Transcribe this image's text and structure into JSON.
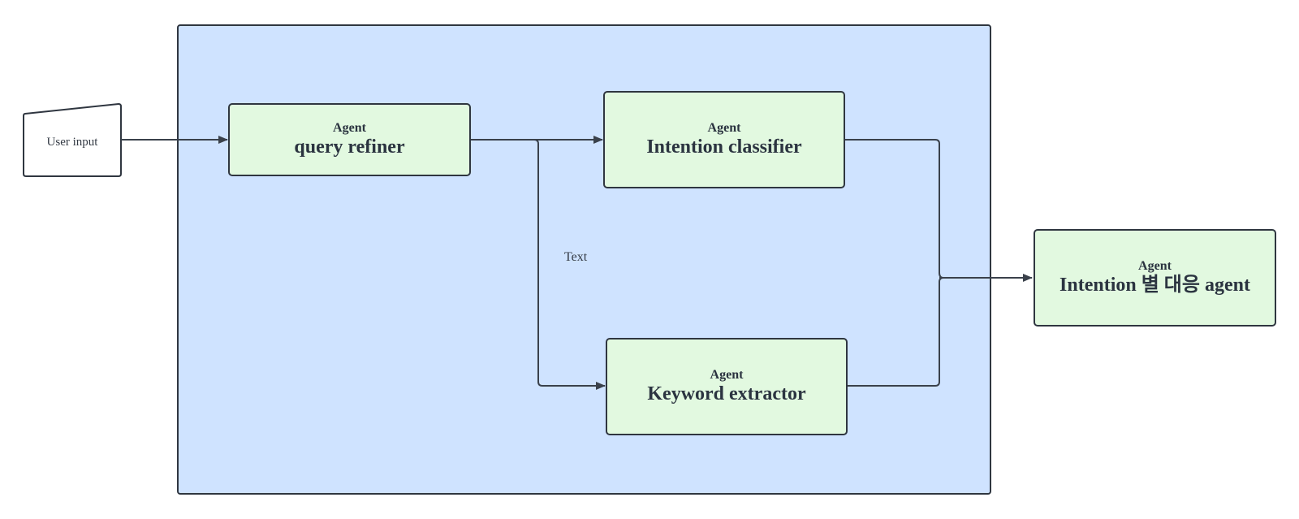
{
  "diagram": {
    "input": {
      "label": "User input"
    },
    "agents": [
      {
        "id": "query-refiner",
        "kind": "Agent",
        "title": "query refiner"
      },
      {
        "id": "intention-classifier",
        "kind": "Agent",
        "title": "Intention classifier"
      },
      {
        "id": "keyword-extractor",
        "kind": "Agent",
        "title": "Keyword extractor"
      },
      {
        "id": "intention-response-agent",
        "kind": "Agent",
        "title": "Intention 별 대응 agent"
      }
    ],
    "edge_label": "Text",
    "colors": {
      "container_fill": "#cfe3ff",
      "agent_fill": "#e2f9e0",
      "stroke": "#2f3640",
      "text": "#2b3440"
    }
  }
}
